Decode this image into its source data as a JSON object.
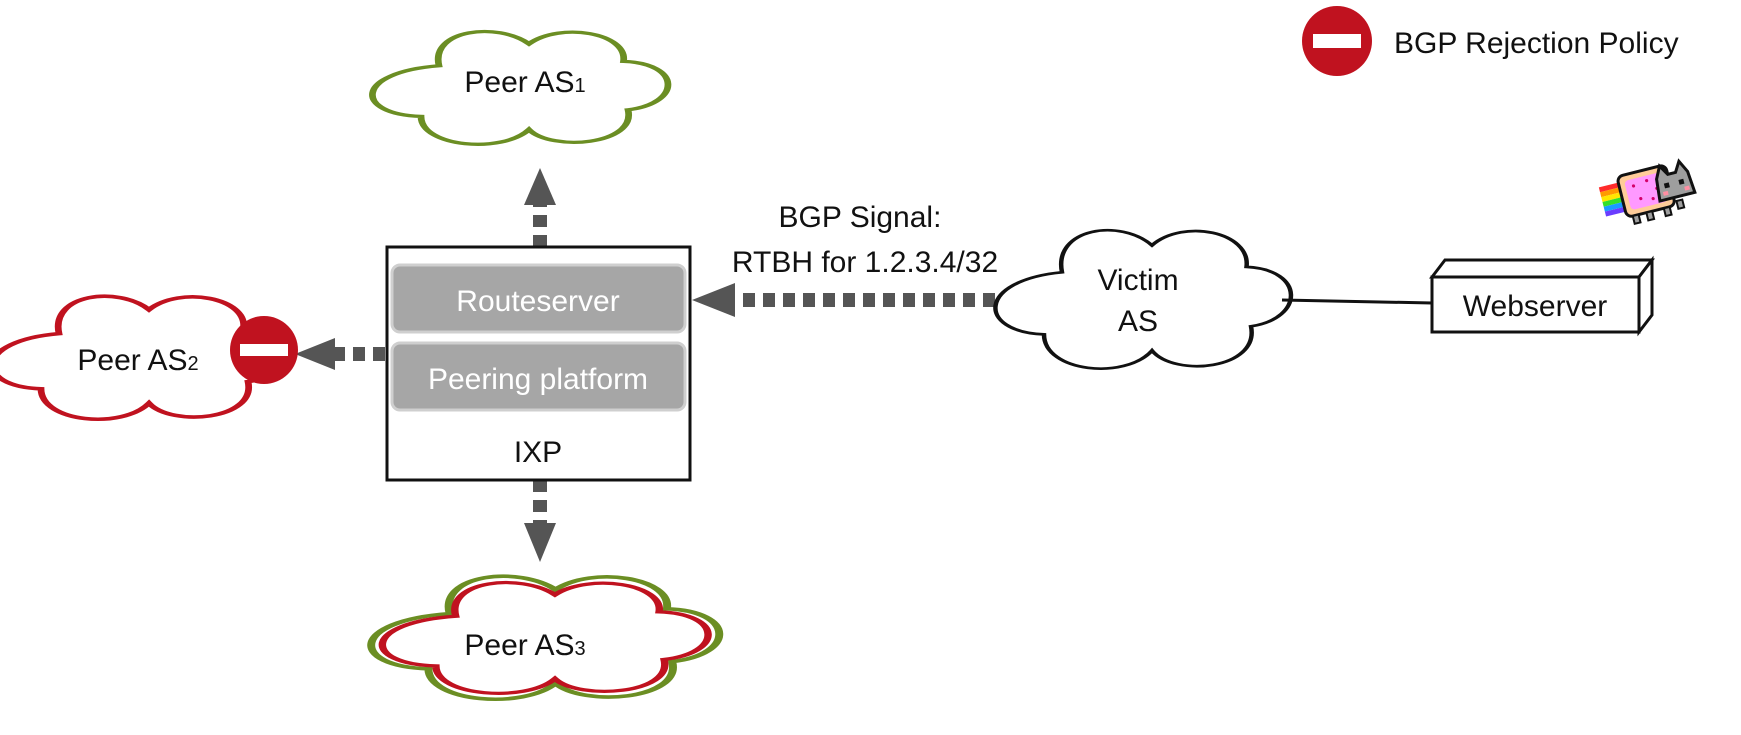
{
  "legend": {
    "label": "BGP Rejection Policy",
    "icon": "no-entry-icon"
  },
  "peers": {
    "as1": {
      "name": "Peer AS",
      "subscript": "1"
    },
    "as2": {
      "name": "Peer AS",
      "subscript": "2"
    },
    "as3": {
      "name": "Peer AS",
      "subscript": "3"
    }
  },
  "ixp": {
    "label": "IXP",
    "routeserver_label": "Routeserver",
    "peering_platform_label": "Peering platform"
  },
  "signal": {
    "line1": "BGP Signal:",
    "line2": "RTBH for 1.2.3.4/32"
  },
  "victim": {
    "line1": "Victim",
    "line2": "AS"
  },
  "webserver": {
    "label": "Webserver",
    "icon": "nyan-cat-icon"
  },
  "colors": {
    "accept_green": "#6b8e23",
    "reject_red": "#c0121f",
    "arrow_gray": "#555555",
    "module_gray": "#a6a6a6",
    "module_border": "#cfcfcf",
    "outline_black": "#111111"
  }
}
